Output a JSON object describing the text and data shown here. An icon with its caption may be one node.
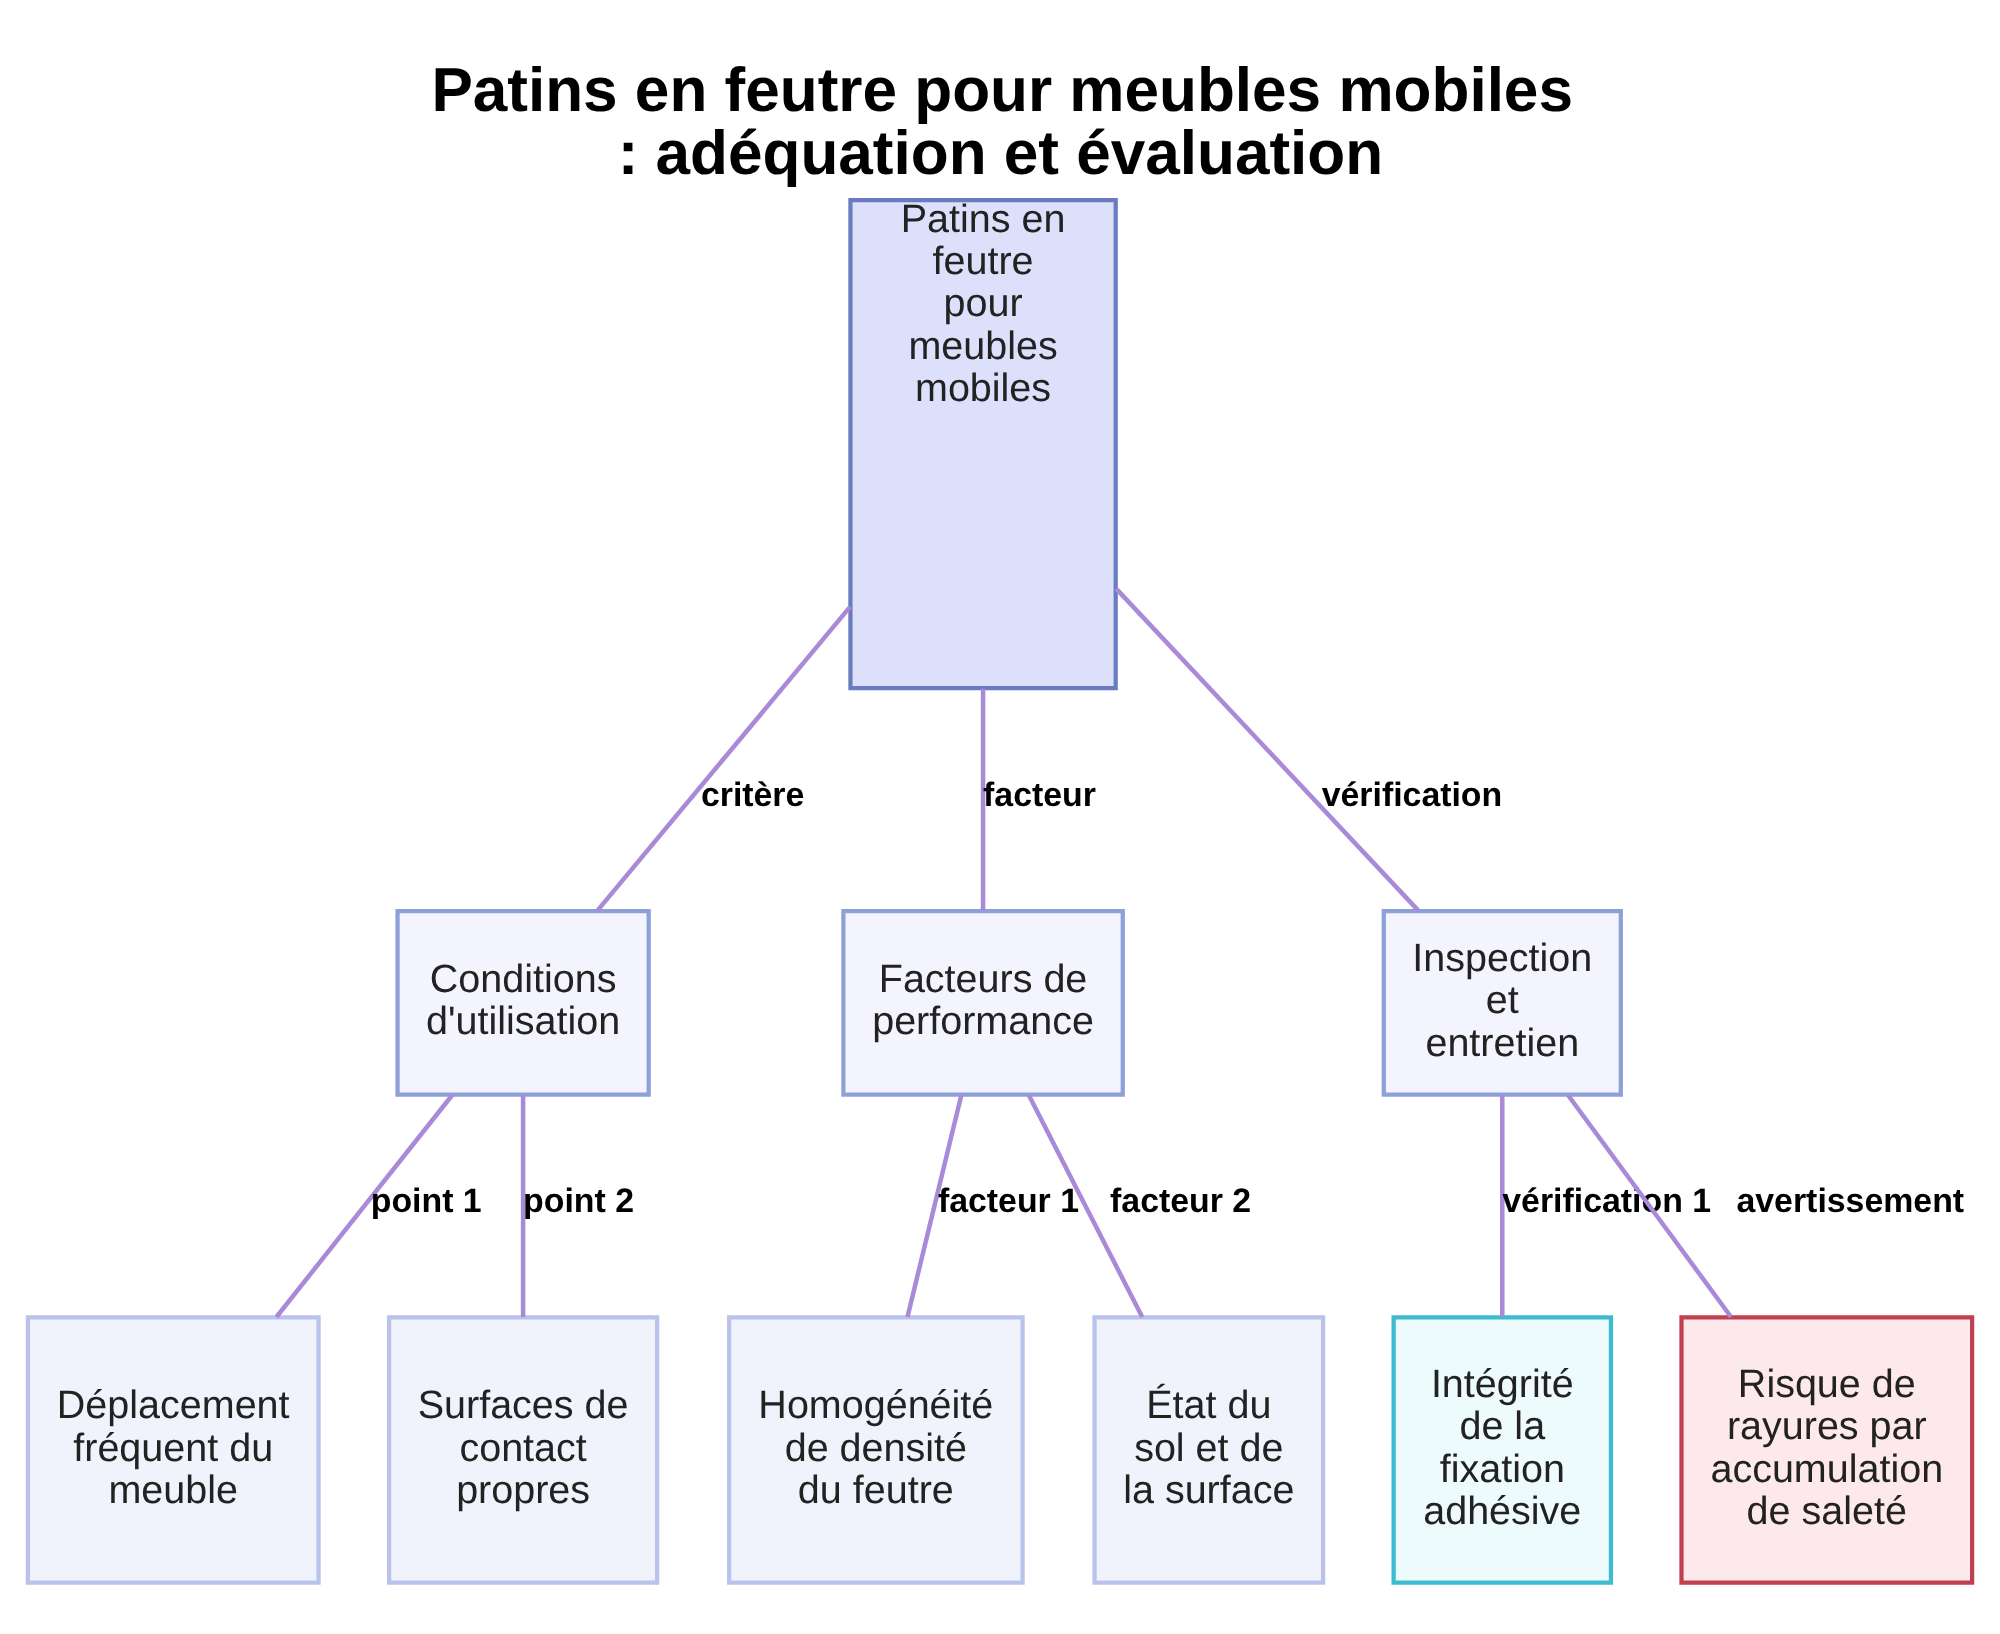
{
  "diagram": {
    "title": "Patins en feutre pour meubles mobiles : adéquation et évaluation",
    "nodes": [
      {
        "text": [
          "Patins en feutre pour meubles mobiles"
        ]
      },
      {
        "text": [
          "Conditions d'utilisation"
        ]
      },
      {
        "text": [
          "Facteurs de performance"
        ]
      },
      {
        "text": [
          "Inspection et entretien"
        ]
      },
      {
        "text": [
          "Déplacement fréquent du meuble"
        ]
      },
      {
        "text": [
          "Surfaces de contact propres"
        ]
      },
      {
        "text": [
          "Homogénéité de densité du feutre"
        ]
      },
      {
        "text": [
          "État du sol et de la surface"
        ]
      },
      {
        "text": [
          "Intégrité de la fixation adhésive"
        ]
      },
      {
        "text": [
          "Risque de rayures par accumulation de saleté"
        ]
      }
    ],
    "edges": [
      {
        "from": 0,
        "to": 1,
        "arrow": "none",
        "label": "critère"
      },
      {
        "from": 0,
        "to": 2,
        "arrow": "none",
        "label": "facteur"
      },
      {
        "from": 0,
        "to": 3,
        "arrow": "none",
        "label": "vérification"
      },
      {
        "from": 1,
        "to": 4,
        "arrow": "none",
        "label": "point 1"
      },
      {
        "from": 1,
        "to": 5,
        "arrow": "none",
        "label": "point 2"
      },
      {
        "from": 2,
        "to": 6,
        "arrow": "none",
        "label": "facteur 1"
      },
      {
        "from": 2,
        "to": 7,
        "arrow": "none",
        "label": "facteur 2"
      },
      {
        "from": 3,
        "to": 8,
        "arrow": "none",
        "label": "vérification 1"
      },
      {
        "from": 3,
        "to": 9,
        "arrow": "none",
        "label": "avertissement"
      }
    ]
  }
}
